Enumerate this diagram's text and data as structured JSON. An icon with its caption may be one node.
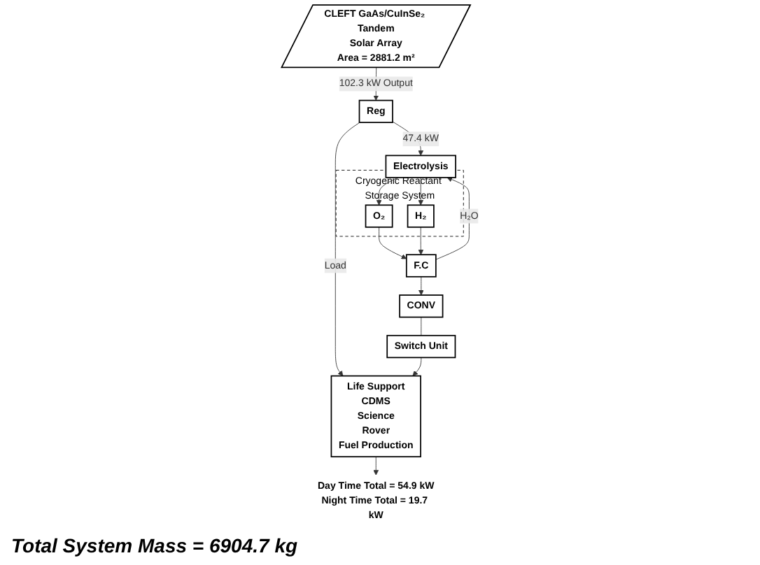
{
  "diagram": {
    "nodes": [
      {
        "text": [
          "CLEFT GaAs/CuInSe₂ Tandem",
          "Solar Array",
          "Area = 2881.2 m²"
        ]
      },
      {
        "text": [
          "Reg"
        ]
      },
      {
        "text": [
          "Switch Unit"
        ]
      },
      {
        "text": [
          "CONV"
        ]
      },
      {
        "text": [
          "Life Support",
          "CDMS",
          "Science",
          "Rover",
          "Fuel Production"
        ]
      },
      {
        "text": [
          "Cryogenic Reactant Storage System"
        ]
      },
      {
        "text": [
          "O₂"
        ],
        "in": 5
      },
      {
        "text": [
          "H₂"
        ],
        "in": 5
      },
      {
        "text": [
          "Electrolysis"
        ]
      },
      {
        "text": [
          "F.C"
        ]
      },
      {
        "text": [
          "Day Time Total = 54.9 kW",
          "Night Time Total = 19.7 kW"
        ]
      }
    ],
    "edges": [
      {
        "from": 0,
        "to": 1,
        "label": "102.3 kW Output",
        "arrow": "to"
      },
      {
        "from": 1,
        "to": 4,
        "label": "Load",
        "arrow": "to"
      },
      {
        "from": 1,
        "to": 8,
        "label": "47.4 kW",
        "arrow": "to"
      },
      {
        "from": 2,
        "to": 4,
        "arrow": "to"
      },
      {
        "from": 3,
        "to": 2,
        "arrow": "none"
      },
      {
        "from": 9,
        "to": 3,
        "arrow": "to"
      },
      {
        "from": 8,
        "to": 6,
        "arrow": "to"
      },
      {
        "from": 8,
        "to": 7,
        "arrow": "to"
      },
      {
        "from": 6,
        "to": 9,
        "arrow": "to"
      },
      {
        "from": 7,
        "to": 9,
        "arrow": "to"
      },
      {
        "from": 9,
        "to": 8,
        "label": "H₂O",
        "arrow": "to"
      },
      {
        "from": 4,
        "to": 10,
        "arrow": "to"
      }
    ],
    "labels": [
      "Total System Mass = 6904.7 kg"
    ]
  }
}
